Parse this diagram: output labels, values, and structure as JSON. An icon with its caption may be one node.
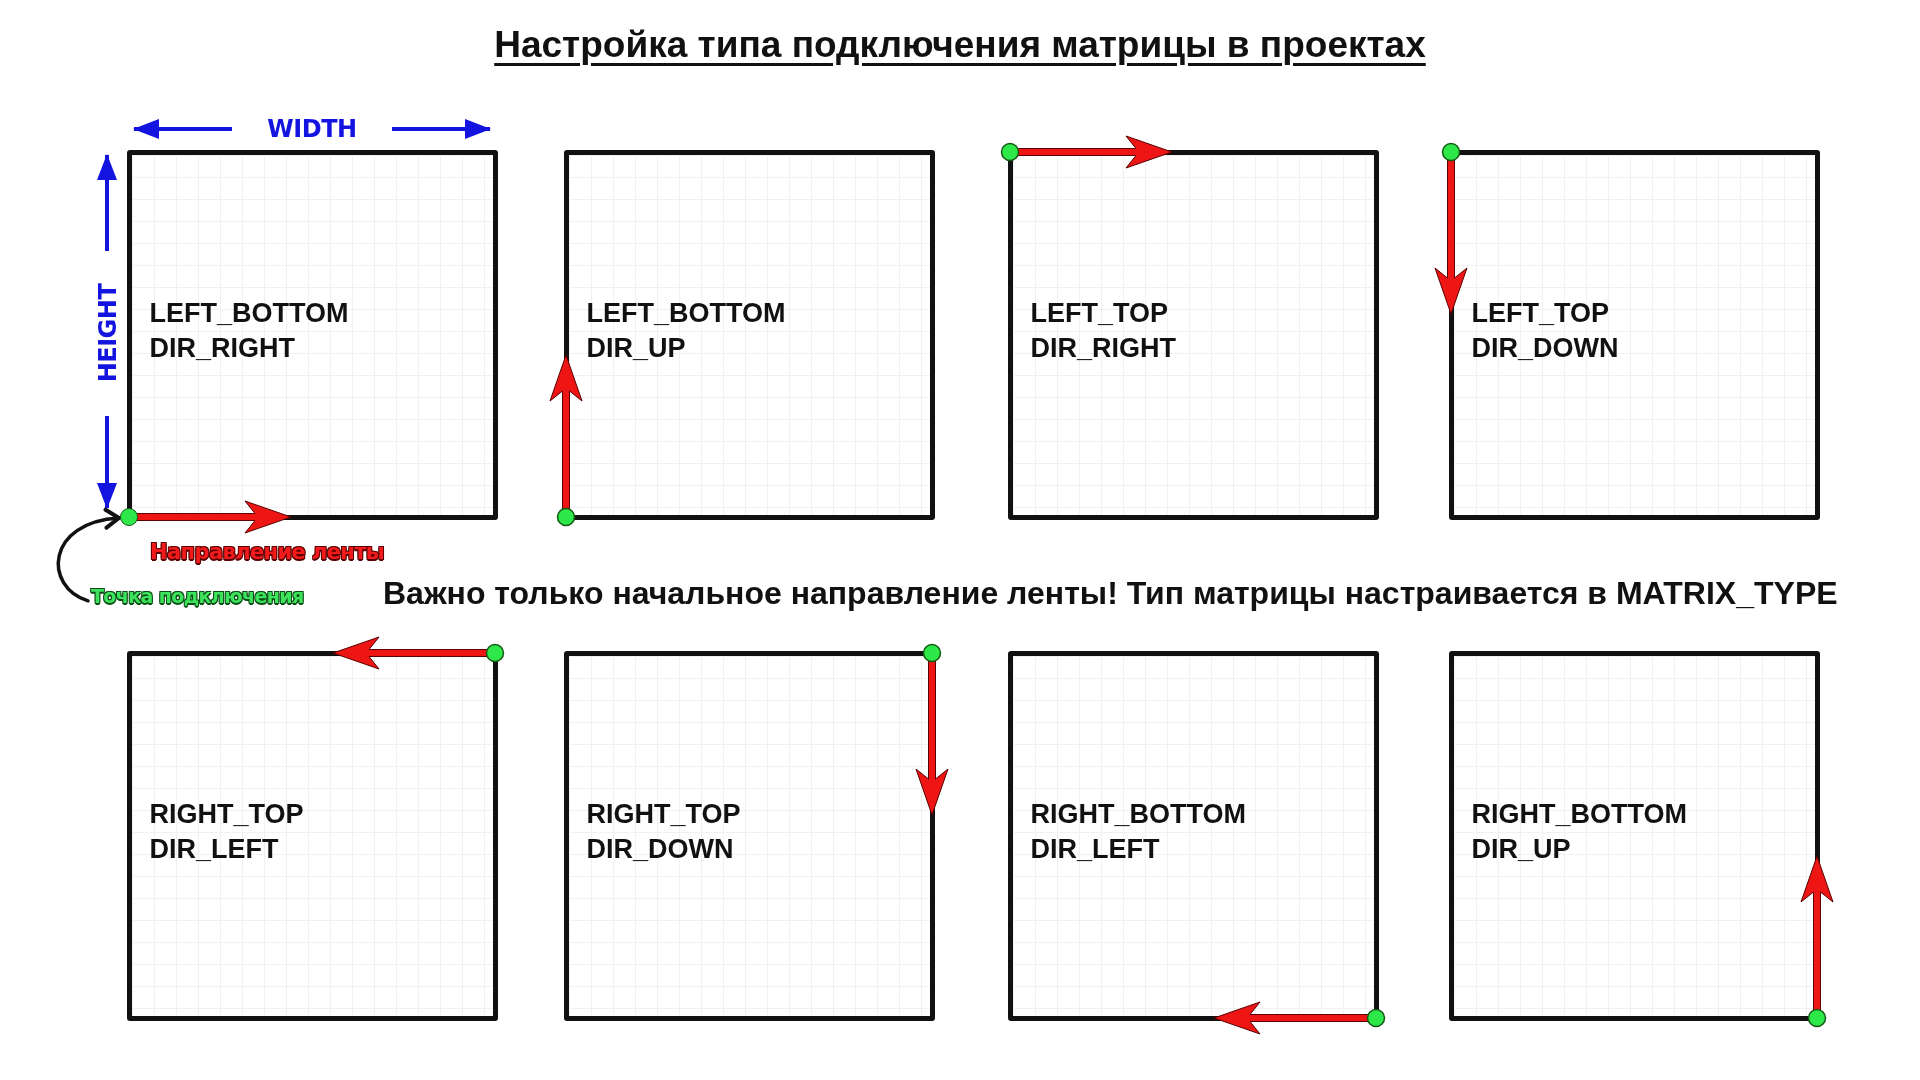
{
  "diagram": {
    "title": "Настройка типа подключения матрицы в проектах",
    "nodes": [
      {
        "text": [
          "LEFT_BOTTOM",
          "DIR_RIGHT"
        ]
      },
      {
        "text": [
          "LEFT_BOTTOM",
          "DIR_UP"
        ]
      },
      {
        "text": [
          "LEFT_TOP",
          "DIR_RIGHT"
        ]
      },
      {
        "text": [
          "LEFT_TOP",
          "DIR_DOWN"
        ]
      },
      {
        "text": [],
        "shape": "circle"
      },
      {
        "text": [
          "Точка подключения"
        ]
      },
      {
        "text": [
          "RIGHT_TOP",
          "DIR_LEFT"
        ]
      },
      {
        "text": [
          "RIGHT_TOP",
          "DIR_DOWN"
        ]
      },
      {
        "text": [
          "RIGHT_BOTTOM",
          "DIR_LEFT"
        ]
      },
      {
        "text": [
          "RIGHT_BOTTOM",
          "DIR_UP"
        ]
      }
    ],
    "edges": [
      {
        "from": 5,
        "to": 4,
        "arrow": "to"
      }
    ],
    "labels": [
      "WIDTH",
      "HEIGHT",
      "Направление ленты",
      "Важно только начальное направление ленты! Тип матрицы настраивается в MATRIX_TYPE"
    ]
  }
}
